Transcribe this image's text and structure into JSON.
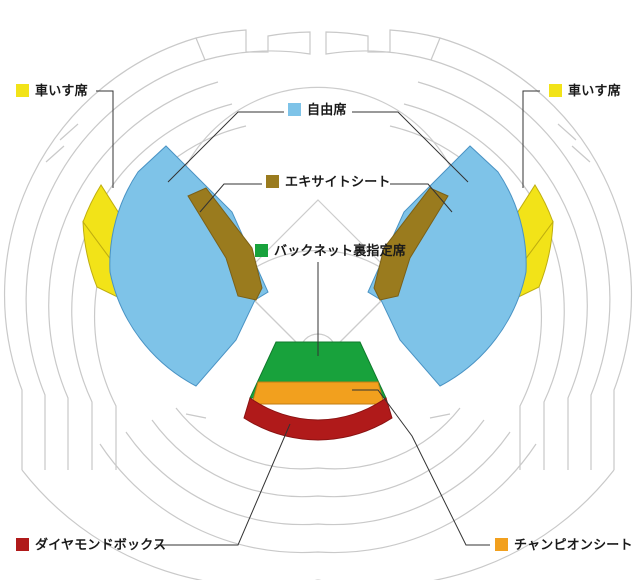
{
  "map": {
    "title": "stadium-seating-map",
    "background": "#ffffff",
    "outline_color": "#c9c9c9",
    "leader_color": "#333333",
    "field_line_color": "#cccccc"
  },
  "colors": {
    "wheelchair": "#F2E318",
    "unreserved": "#7EC3E8",
    "excite": "#9A7B1E",
    "backnet": "#18A23C",
    "diamond_box": "#B01A1A",
    "champion": "#F2A01E",
    "outline": "#c9c9c9",
    "leader": "#333333"
  },
  "legend": [
    {
      "id": "wheelchair-left",
      "name": "wheelchair-seats",
      "label": "車いす席",
      "color": "#F2E318"
    },
    {
      "id": "wheelchair-right",
      "name": "wheelchair-seats",
      "label": "車いす席",
      "color": "#F2E318"
    },
    {
      "id": "unreserved",
      "name": "unreserved-seats",
      "label": "自由席",
      "color": "#7EC3E8"
    },
    {
      "id": "excite",
      "name": "excite-seats",
      "label": "エキサイトシート",
      "color": "#9A7B1E"
    },
    {
      "id": "backnet",
      "name": "backnet-reserved-seats",
      "label": "バックネット裏指定席",
      "color": "#18A23C"
    },
    {
      "id": "diamondbox",
      "name": "diamond-box-seats",
      "label": "ダイヤモンドボックス",
      "color": "#B01A1A"
    },
    {
      "id": "champion",
      "name": "champion-seats",
      "label": "チャンピオンシート",
      "color": "#F2A01E"
    }
  ]
}
